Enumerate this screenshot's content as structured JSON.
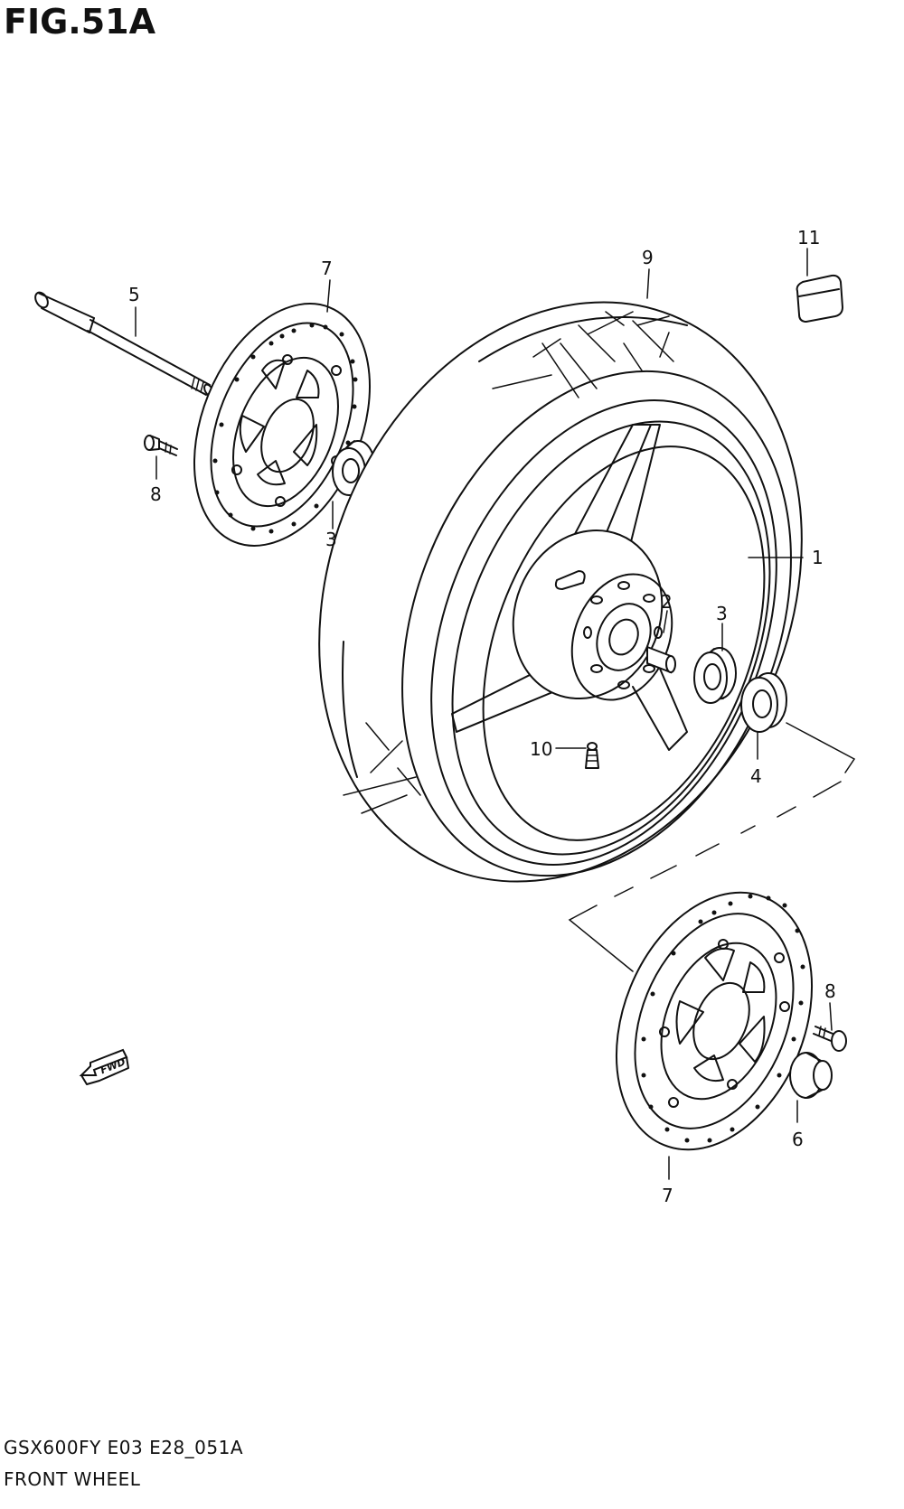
{
  "figure": {
    "title": "FIG.51A",
    "model_code": "GSX600FY E03 E28_051A",
    "section_name": "FRONT WHEEL",
    "fwd_label": "FWD"
  },
  "callouts": [
    {
      "id": "c1",
      "label": "1",
      "part": "wheel"
    },
    {
      "id": "c2",
      "label": "2",
      "part": "spacer"
    },
    {
      "id": "c3a",
      "label": "3",
      "part": "bearing-left"
    },
    {
      "id": "c3b",
      "label": "3",
      "part": "bearing-right"
    },
    {
      "id": "c4",
      "label": "4",
      "part": "dust-seal"
    },
    {
      "id": "c5",
      "label": "5",
      "part": "axle"
    },
    {
      "id": "c6",
      "label": "6",
      "part": "collar"
    },
    {
      "id": "c7a",
      "label": "7",
      "part": "brake-disc-upper"
    },
    {
      "id": "c7b",
      "label": "7",
      "part": "brake-disc-lower"
    },
    {
      "id": "c8a",
      "label": "8",
      "part": "disc-bolt-upper"
    },
    {
      "id": "c8b",
      "label": "8",
      "part": "disc-bolt-lower"
    },
    {
      "id": "c9",
      "label": "9",
      "part": "tire"
    },
    {
      "id": "c10",
      "label": "10",
      "part": "valve"
    },
    {
      "id": "c11",
      "label": "11",
      "part": "balancer"
    }
  ]
}
